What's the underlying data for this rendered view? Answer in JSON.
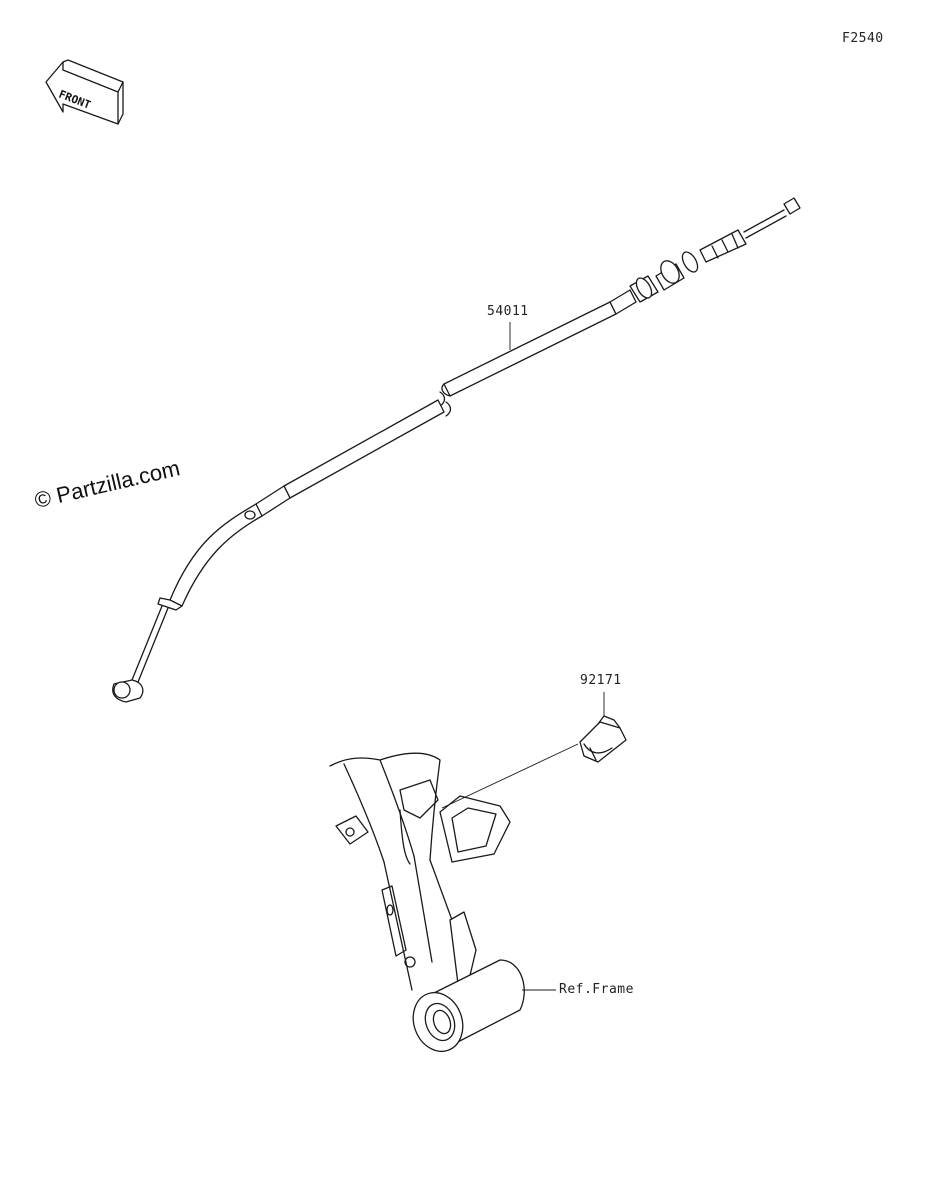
{
  "figure_code": "F2540",
  "front_indicator": {
    "text": "FRONT",
    "icon": "front-arrow-icon"
  },
  "parts": [
    {
      "number": "54011",
      "name": "clutch-cable"
    },
    {
      "number": "92171",
      "name": "clamp"
    }
  ],
  "reference": {
    "label": "Ref.Frame"
  },
  "watermark": "© Partzilla.com"
}
